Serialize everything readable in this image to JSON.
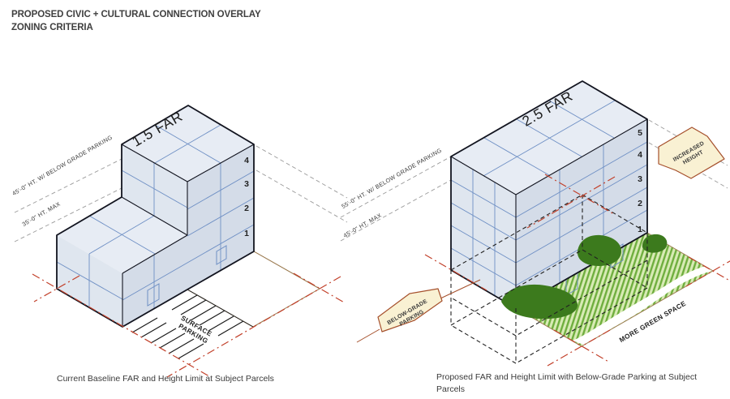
{
  "title": {
    "line1": "PROPOSED CIVIC + CULTURAL CONNECTION OVERLAY",
    "line2": "ZONING CRITERIA"
  },
  "colors": {
    "face_top": "#e7ecf4",
    "face_left": "#dfe6ef",
    "face_right": "#d4dce8",
    "outline": "#12141f",
    "floor_line": "#6e8fc4",
    "green_light": "#d8ebb5",
    "green_stripe": "#6fae3e",
    "green_dark": "#3c7a1d",
    "red_line": "#c2402a",
    "brown_edge": "#9c7c52",
    "banner_fill": "#f9f1d3",
    "banner_border": "#a54f2b",
    "gray_dash": "#9a9a9a",
    "title_color": "#3f3f3f"
  },
  "left": {
    "far_label": "1.5 FAR",
    "floors": [
      "4",
      "3",
      "2",
      "1"
    ],
    "ht_upper": "45'-0\" HT. W/ BELOW GRADE PARKING",
    "ht_lower": "35'-0\" HT. MAX",
    "parking_label": {
      "line1": "SURFACE",
      "line2": "PARKING"
    },
    "caption": "Current Baseline FAR and Height Limit at Subject Parcels"
  },
  "right": {
    "far_label": "2.5 FAR",
    "floors": [
      "5",
      "4",
      "3",
      "2",
      "1"
    ],
    "ht_upper": "55'-0\" HT. W/ BELOW GRADE PARKING",
    "ht_lower": "45'-0\" HT. MAX",
    "tag_increased": {
      "line1": "INCREASED",
      "line2": "HEIGHT"
    },
    "tag_below": {
      "line1": "BELOW-GRADE",
      "line2": "PARKING"
    },
    "green_label": "MORE GREEN SPACE",
    "caption1": "Proposed FAR and Height Limit with Below-Grade Parking at Subject",
    "caption2": "Parcels"
  }
}
